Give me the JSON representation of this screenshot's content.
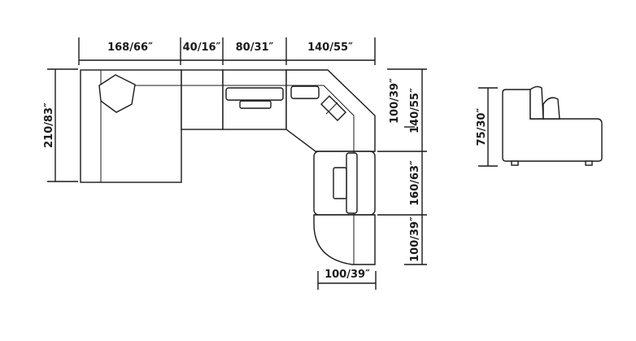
{
  "dimensions": {
    "top_1": "168/66″",
    "top_2": "40/16″",
    "top_3": "80/31″",
    "top_4": "140/55″",
    "left": "210/83″",
    "right_1": "100/39″",
    "right_2": "140/55″",
    "right_3": "160/63″",
    "right_4": "100/39″",
    "bottom": "100/39″",
    "side_height": "75/30″"
  }
}
